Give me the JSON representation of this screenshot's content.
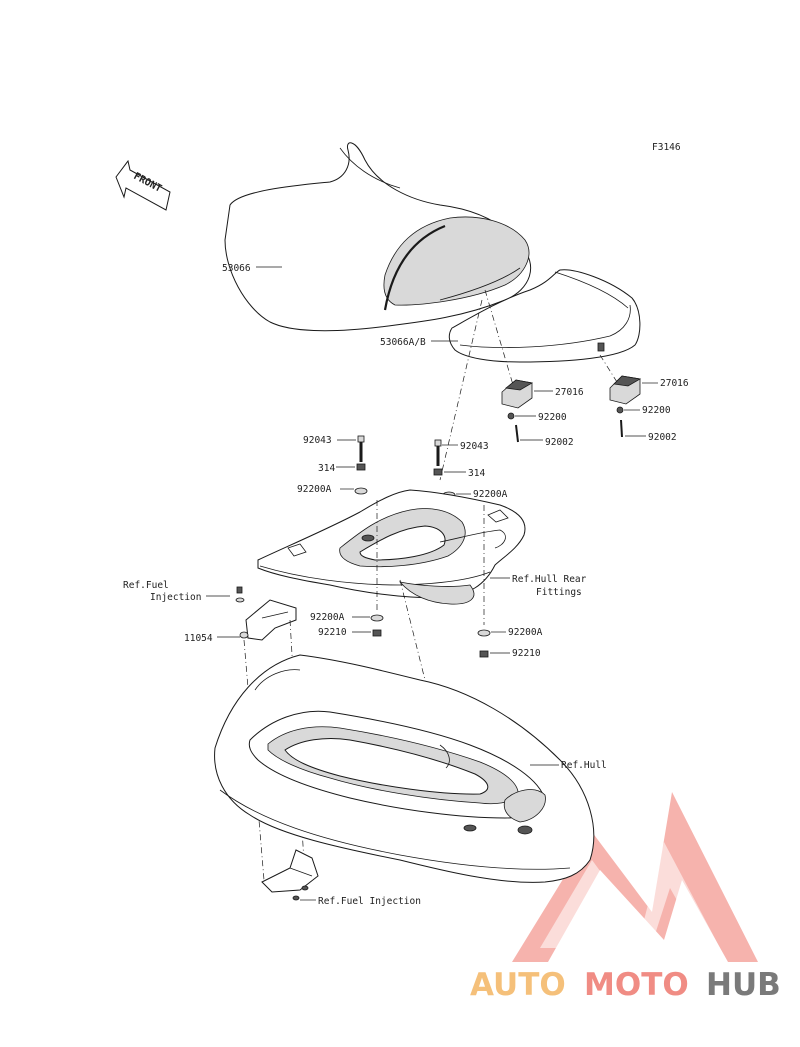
{
  "figure_code": "F3146",
  "front_arrow_label": "FRONT",
  "parts": {
    "seat_main": "53066",
    "seat_rear": "53066A/B",
    "rubber_left": "27016",
    "rubber_right": "27016",
    "washer_left": "92200",
    "washer_right": "92200",
    "screw_left": "92002",
    "screw_right": "92002",
    "bolt_left": "92043",
    "bolt_right": "92043",
    "nut_left": "314",
    "nut_right": "314",
    "washer_a_upper_left": "92200A",
    "washer_a_upper_right": "92200A",
    "washer_a_lower_left": "92200A",
    "washer_a_lower_right": "92200A",
    "nut_lower_left": "92210",
    "nut_lower_right": "92210",
    "bracket": "11054"
  },
  "refs": {
    "fuel_injection_top_line1": "Ref.Fuel",
    "fuel_injection_top_line2": "Injection",
    "hull_rear_line1": "Ref.Hull Rear",
    "hull_rear_line2": "Fittings",
    "hull": "Ref.Hull",
    "fuel_injection_bottom": "Ref.Fuel Injection"
  },
  "watermark": {
    "part1": "AUTO",
    "part2": "MOTO",
    "part3": "HUB",
    "color_auto": "#f5c07a",
    "color_moto": "#f08c84",
    "color_hub": "#7a7a7a",
    "logo_color": "#f4a7a0"
  }
}
